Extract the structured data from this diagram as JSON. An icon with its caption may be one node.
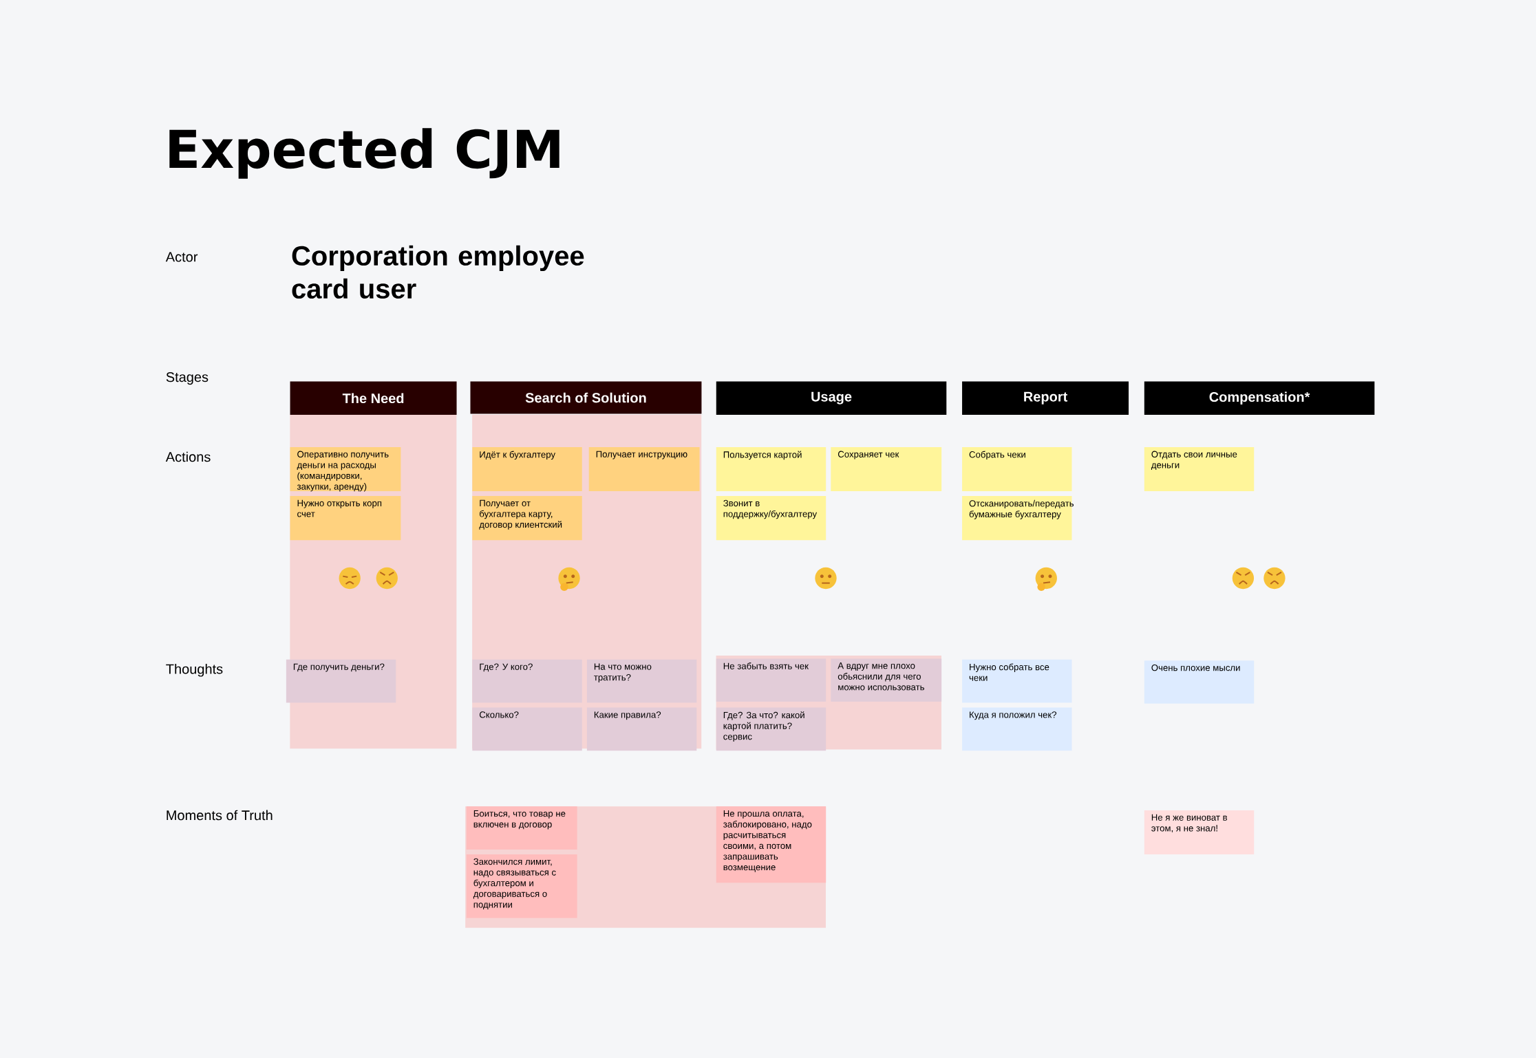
{
  "diagram": {
    "title": "Expected CJM",
    "nodes": [
      {
        "text": [
          "The Need"
        ]
      },
      {
        "text": [
          "Search of Solution"
        ]
      },
      {
        "text": [
          "Usage"
        ]
      },
      {
        "text": [
          "Report"
        ]
      },
      {
        "text": [
          "Compensation*"
        ]
      },
      {
        "text": [
          "Оперативно получить деньги на расходы (командировки, закупки, аренду)"
        ]
      },
      {
        "text": [
          "Нужно открыть корп счет"
        ]
      },
      {
        "text": [
          "Идёт к бухгалтеру"
        ]
      },
      {
        "text": [
          "Получает инструкцию"
        ]
      },
      {
        "text": [
          "Получает от бухгалтера карту, договор клиентский"
        ]
      },
      {
        "text": [
          "Пользуется картой"
        ]
      },
      {
        "text": [
          "Сохраняет чек"
        ]
      },
      {
        "text": [
          "Звонит в поддержку/бухгалтеру"
        ]
      },
      {
        "text": [
          "Собрать чеки"
        ]
      },
      {
        "text": [
          "Отсканировать/передать бумажные бухгалтеру"
        ]
      },
      {
        "text": [
          "Отдать свои личные деньги"
        ]
      },
      {
        "text": [
          "Где получить деньги?"
        ]
      },
      {
        "text": [
          "Где? У кого?"
        ]
      },
      {
        "text": [
          "На что можно тратить?"
        ]
      },
      {
        "text": [
          "Сколько?"
        ]
      },
      {
        "text": [
          "Какие правила?"
        ]
      },
      {
        "text": [
          "Не забыть взять чек"
        ]
      },
      {
        "text": [
          "А вдруг мне плохо обьяснили для чего можно использовать"
        ]
      },
      {
        "text": [
          "Где? За что? какой картой платить? сервис"
        ]
      },
      {
        "text": [
          "Нужно собрать все чеки"
        ]
      },
      {
        "text": [
          "Куда я положил чек?"
        ]
      },
      {
        "text": [
          "Очень плохие мысли"
        ]
      },
      {
        "text": [
          "Боиться, что товар не включен в договор"
        ]
      },
      {
        "text": [
          "Закончился лимит, надо связываться с бухгалтером и договариваться о поднятии"
        ]
      },
      {
        "text": [
          "Не прошла оплата, заблокировано, надо расчитываться своими, а потом запрашивать возмещение"
        ]
      },
      {
        "text": [
          "Не я же виноват в этом, я не знал!"
        ]
      }
    ],
    "labels": [
      "Actor",
      "Corporation employee card user",
      "Stages",
      "Actions",
      "Thoughts",
      "Moments of Truth"
    ]
  }
}
